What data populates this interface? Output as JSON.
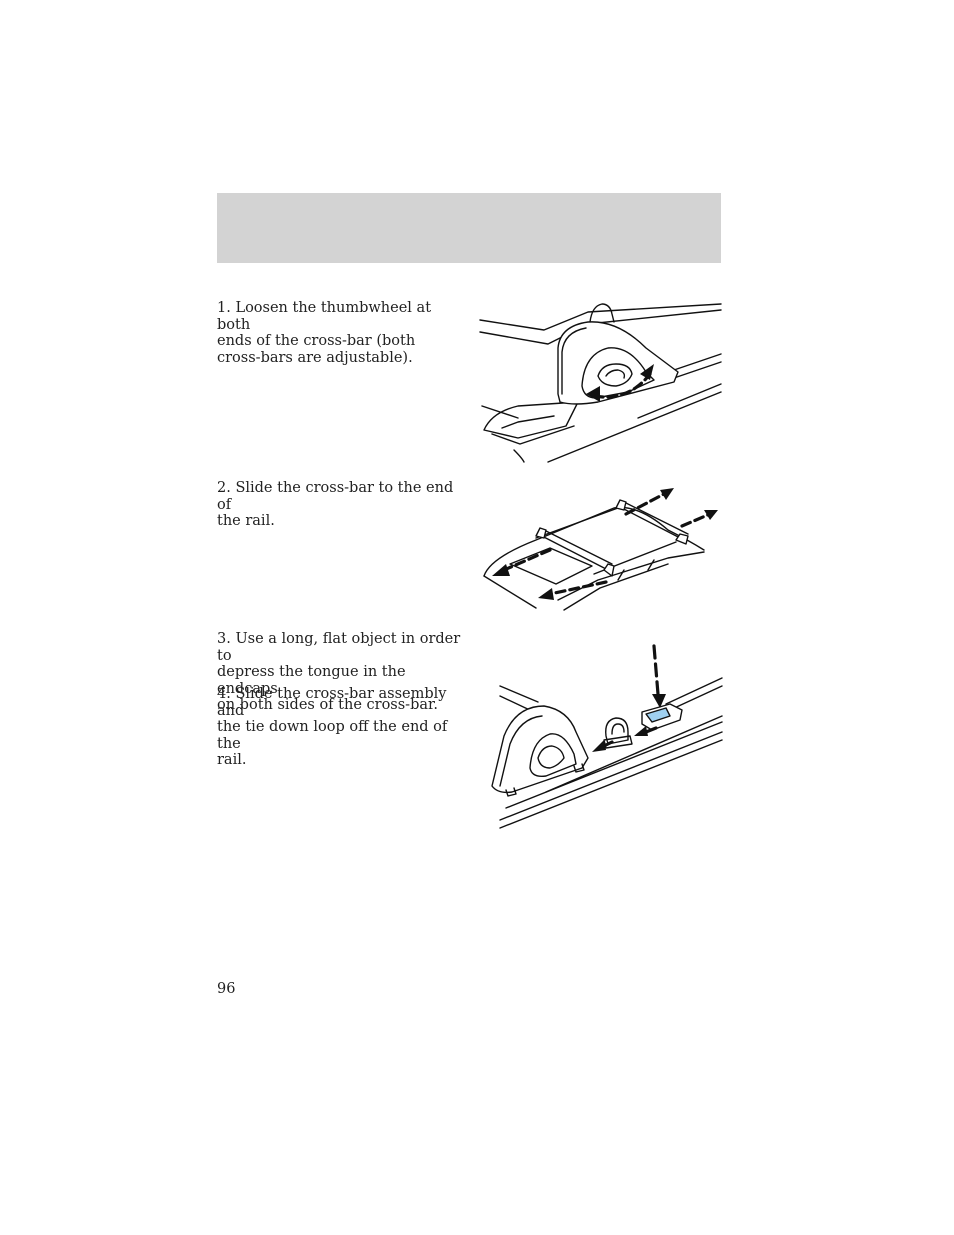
{
  "header": {
    "band_color": "#d3d3d3"
  },
  "steps": [
    {
      "text": "1. Loosen the thumbwheel at both\nends of the cross-bar (both\ncross-bars are adjustable)."
    },
    {
      "text": "2. Slide the cross-bar to the end of\nthe rail."
    },
    {
      "text": "3. Use a long, flat object in order to\ndepress the tongue in the endcaps\non both sides of the cross-bar."
    },
    {
      "text": "4. Slide the cross-bar assembly and\nthe tie down loop off the end of the\nrail."
    }
  ],
  "figures": [
    {
      "icon": "thumbwheel-loosen-illustration-icon"
    },
    {
      "icon": "crossbar-slide-illustration-icon"
    },
    {
      "icon": "endcap-tongue-illustration-icon",
      "highlight_color": "#9fd0f0"
    }
  ],
  "footer": {
    "page_number": "96"
  }
}
